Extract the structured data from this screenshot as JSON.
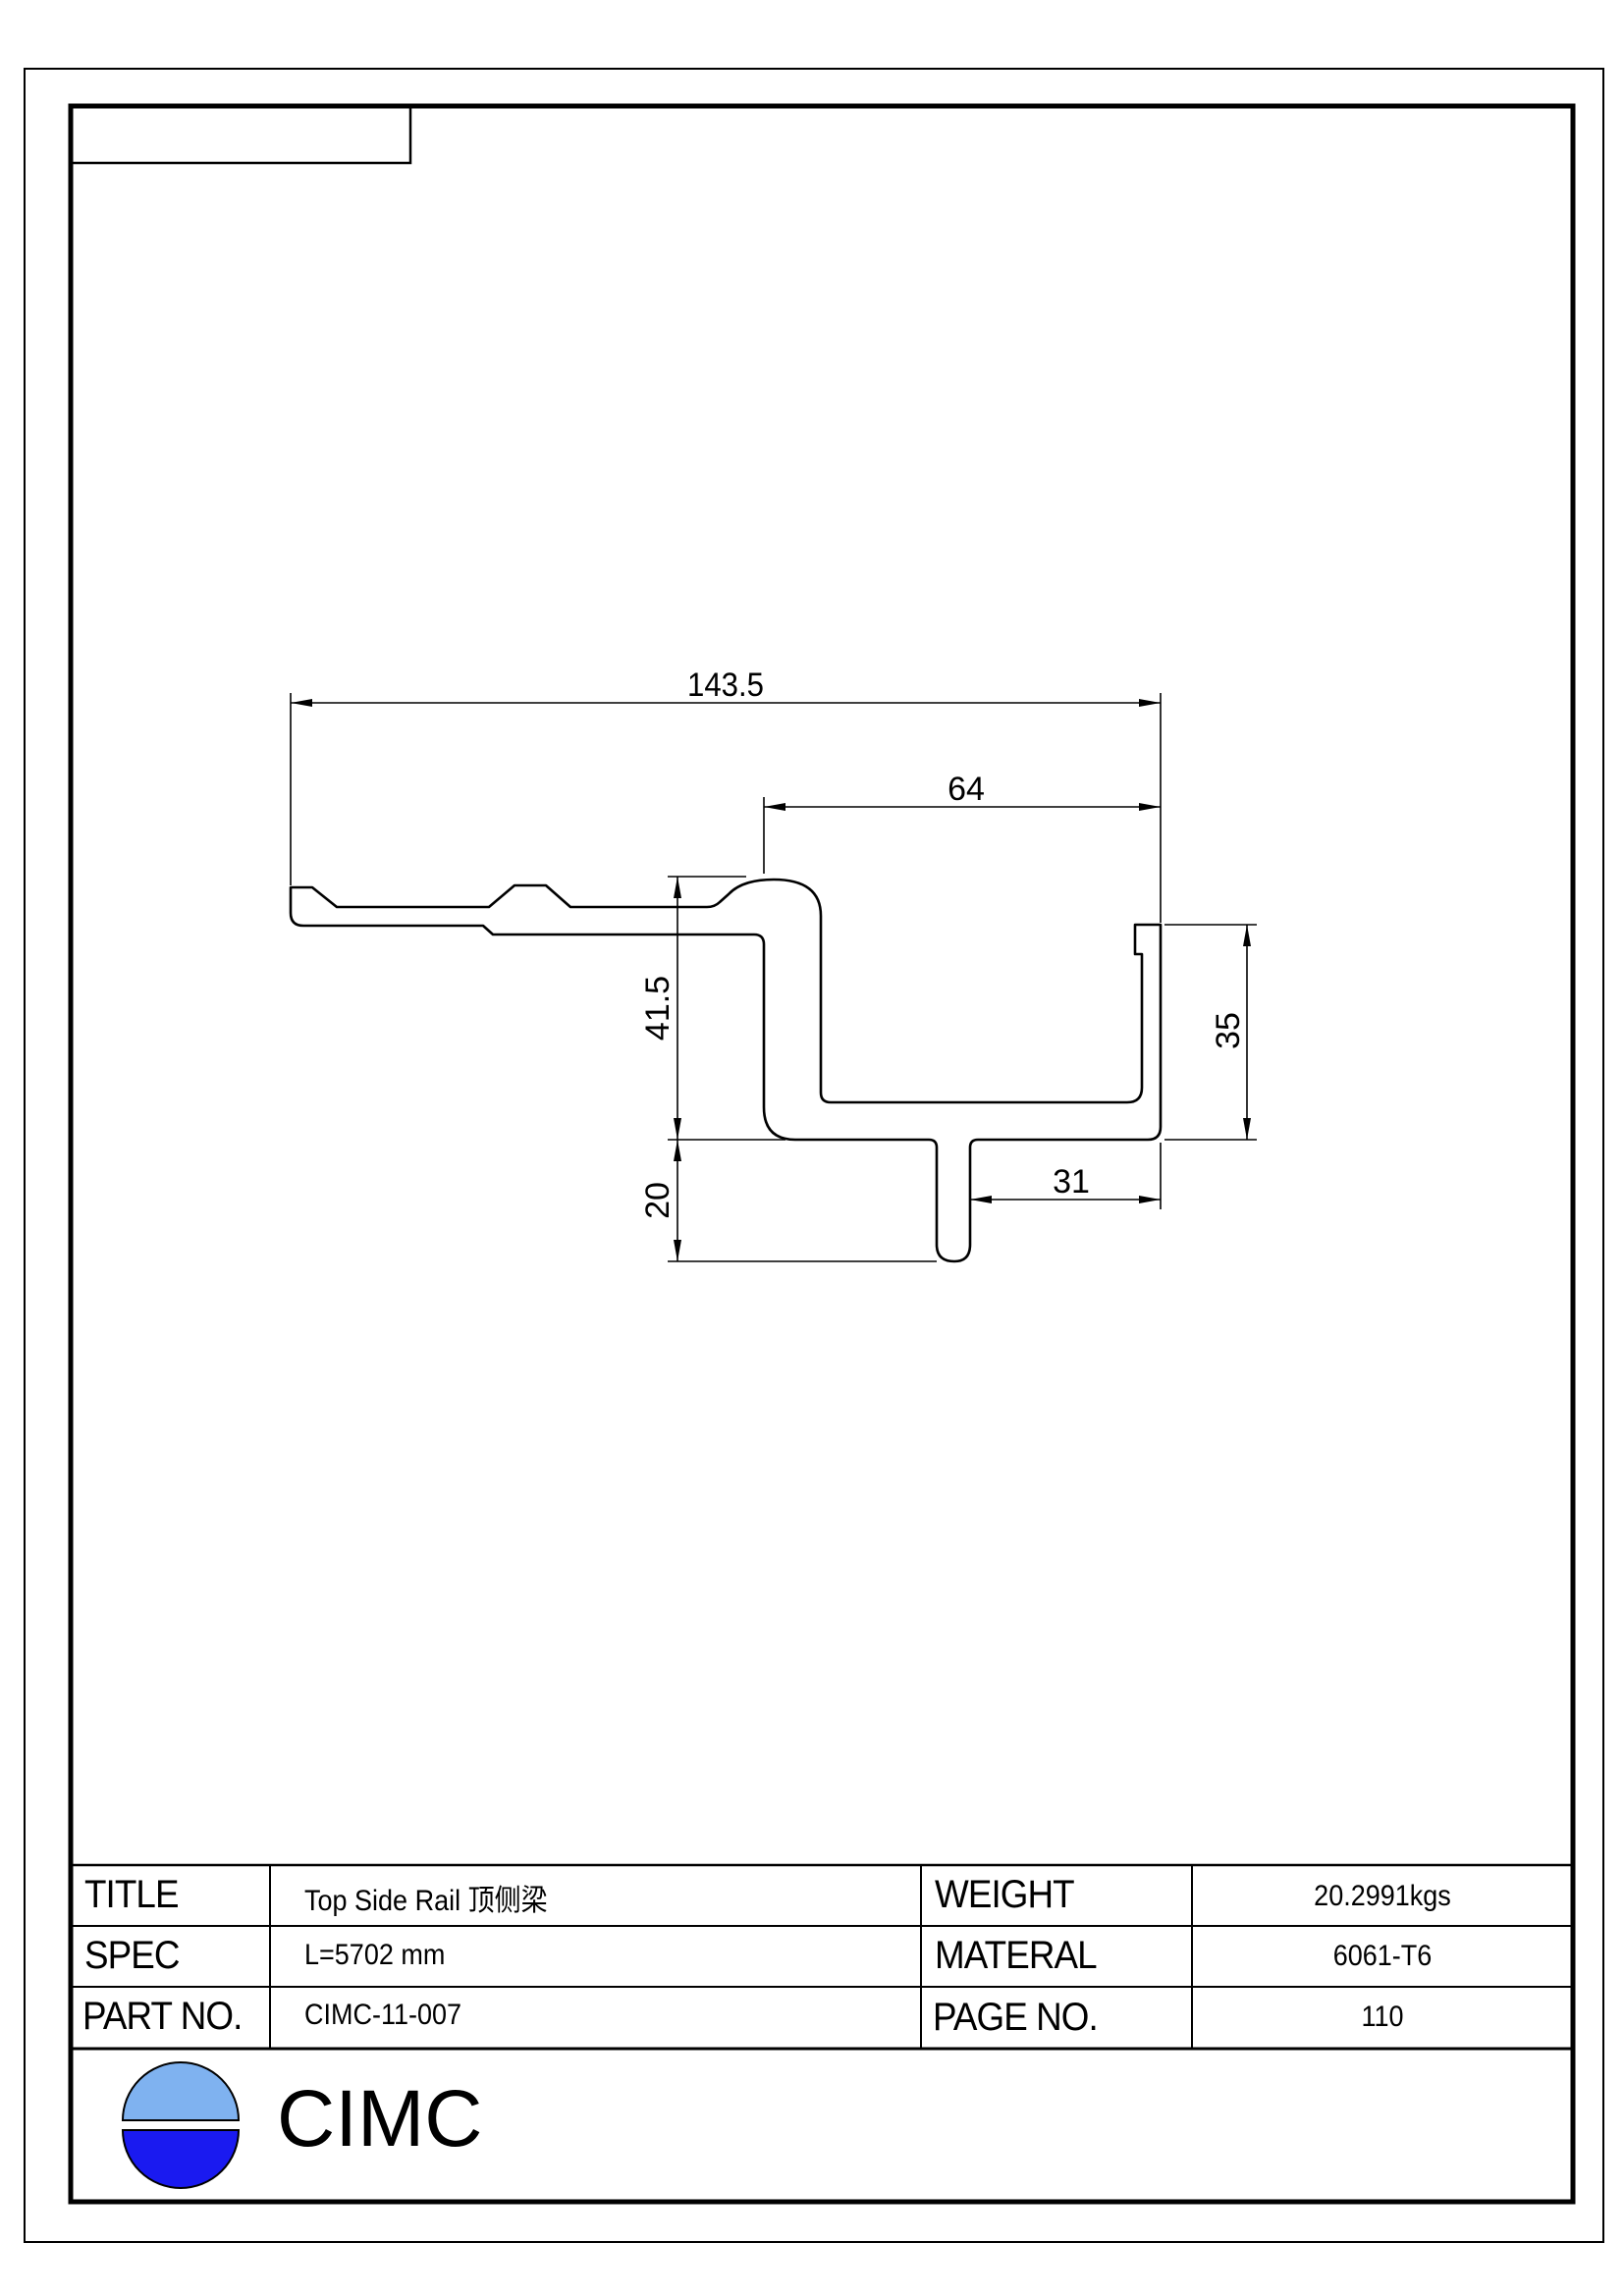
{
  "drawing": {
    "dimensions": {
      "overall_width": "143.5",
      "channel_width": "64",
      "left_height": "41.5",
      "channel_height": "35",
      "tee_height": "20",
      "tee_offset": "31"
    }
  },
  "title_block": {
    "title_label": "TITLE",
    "title_value": "Top Side Rail 顶侧梁",
    "spec_label": "SPEC",
    "spec_value": "L=5702 mm",
    "part_label": "PART NO.",
    "part_value": "CIMC-11-007",
    "weight_label": "WEIGHT",
    "weight_value": "20.2991kgs",
    "material_label": "MATERAL",
    "material_value": "6061-T6",
    "page_label": "PAGE  NO.",
    "page_value": "110"
  },
  "brand": {
    "name": "CIMC",
    "logo_icon": "cimc-logo-icon",
    "logo_top_color": "#7fb2f0",
    "logo_bottom_color": "#1a1af0"
  }
}
